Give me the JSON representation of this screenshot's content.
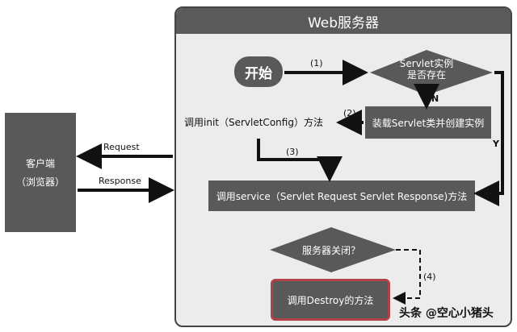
{
  "server": {
    "title": "Web服务器"
  },
  "client": {
    "line1": "客户端",
    "line2": "（浏览器）"
  },
  "nodes": {
    "start": "开始",
    "servlet_exists_line1": "Servlet实例",
    "servlet_exists_line2": "是否存在",
    "load_servlet": "装载Servlet类并创建实例",
    "init": "调用init（ServletConfig）方法",
    "service": "调用service（Servlet Request Servlet Response)方法",
    "server_closed": "服务器关闭？",
    "destroy": "调用Destroy的方法"
  },
  "labels": {
    "step1": "(1)",
    "step2": "(2)",
    "step3": "(3)",
    "step4": "(4)",
    "no": "N",
    "yes": "Y",
    "request": "Request",
    "response": "Response"
  },
  "watermark": {
    "text": "头条 @空心小猪头"
  },
  "colors": {
    "box": "#595959",
    "destroy_border": "#b0414b",
    "frame_bg": "#ececec"
  }
}
